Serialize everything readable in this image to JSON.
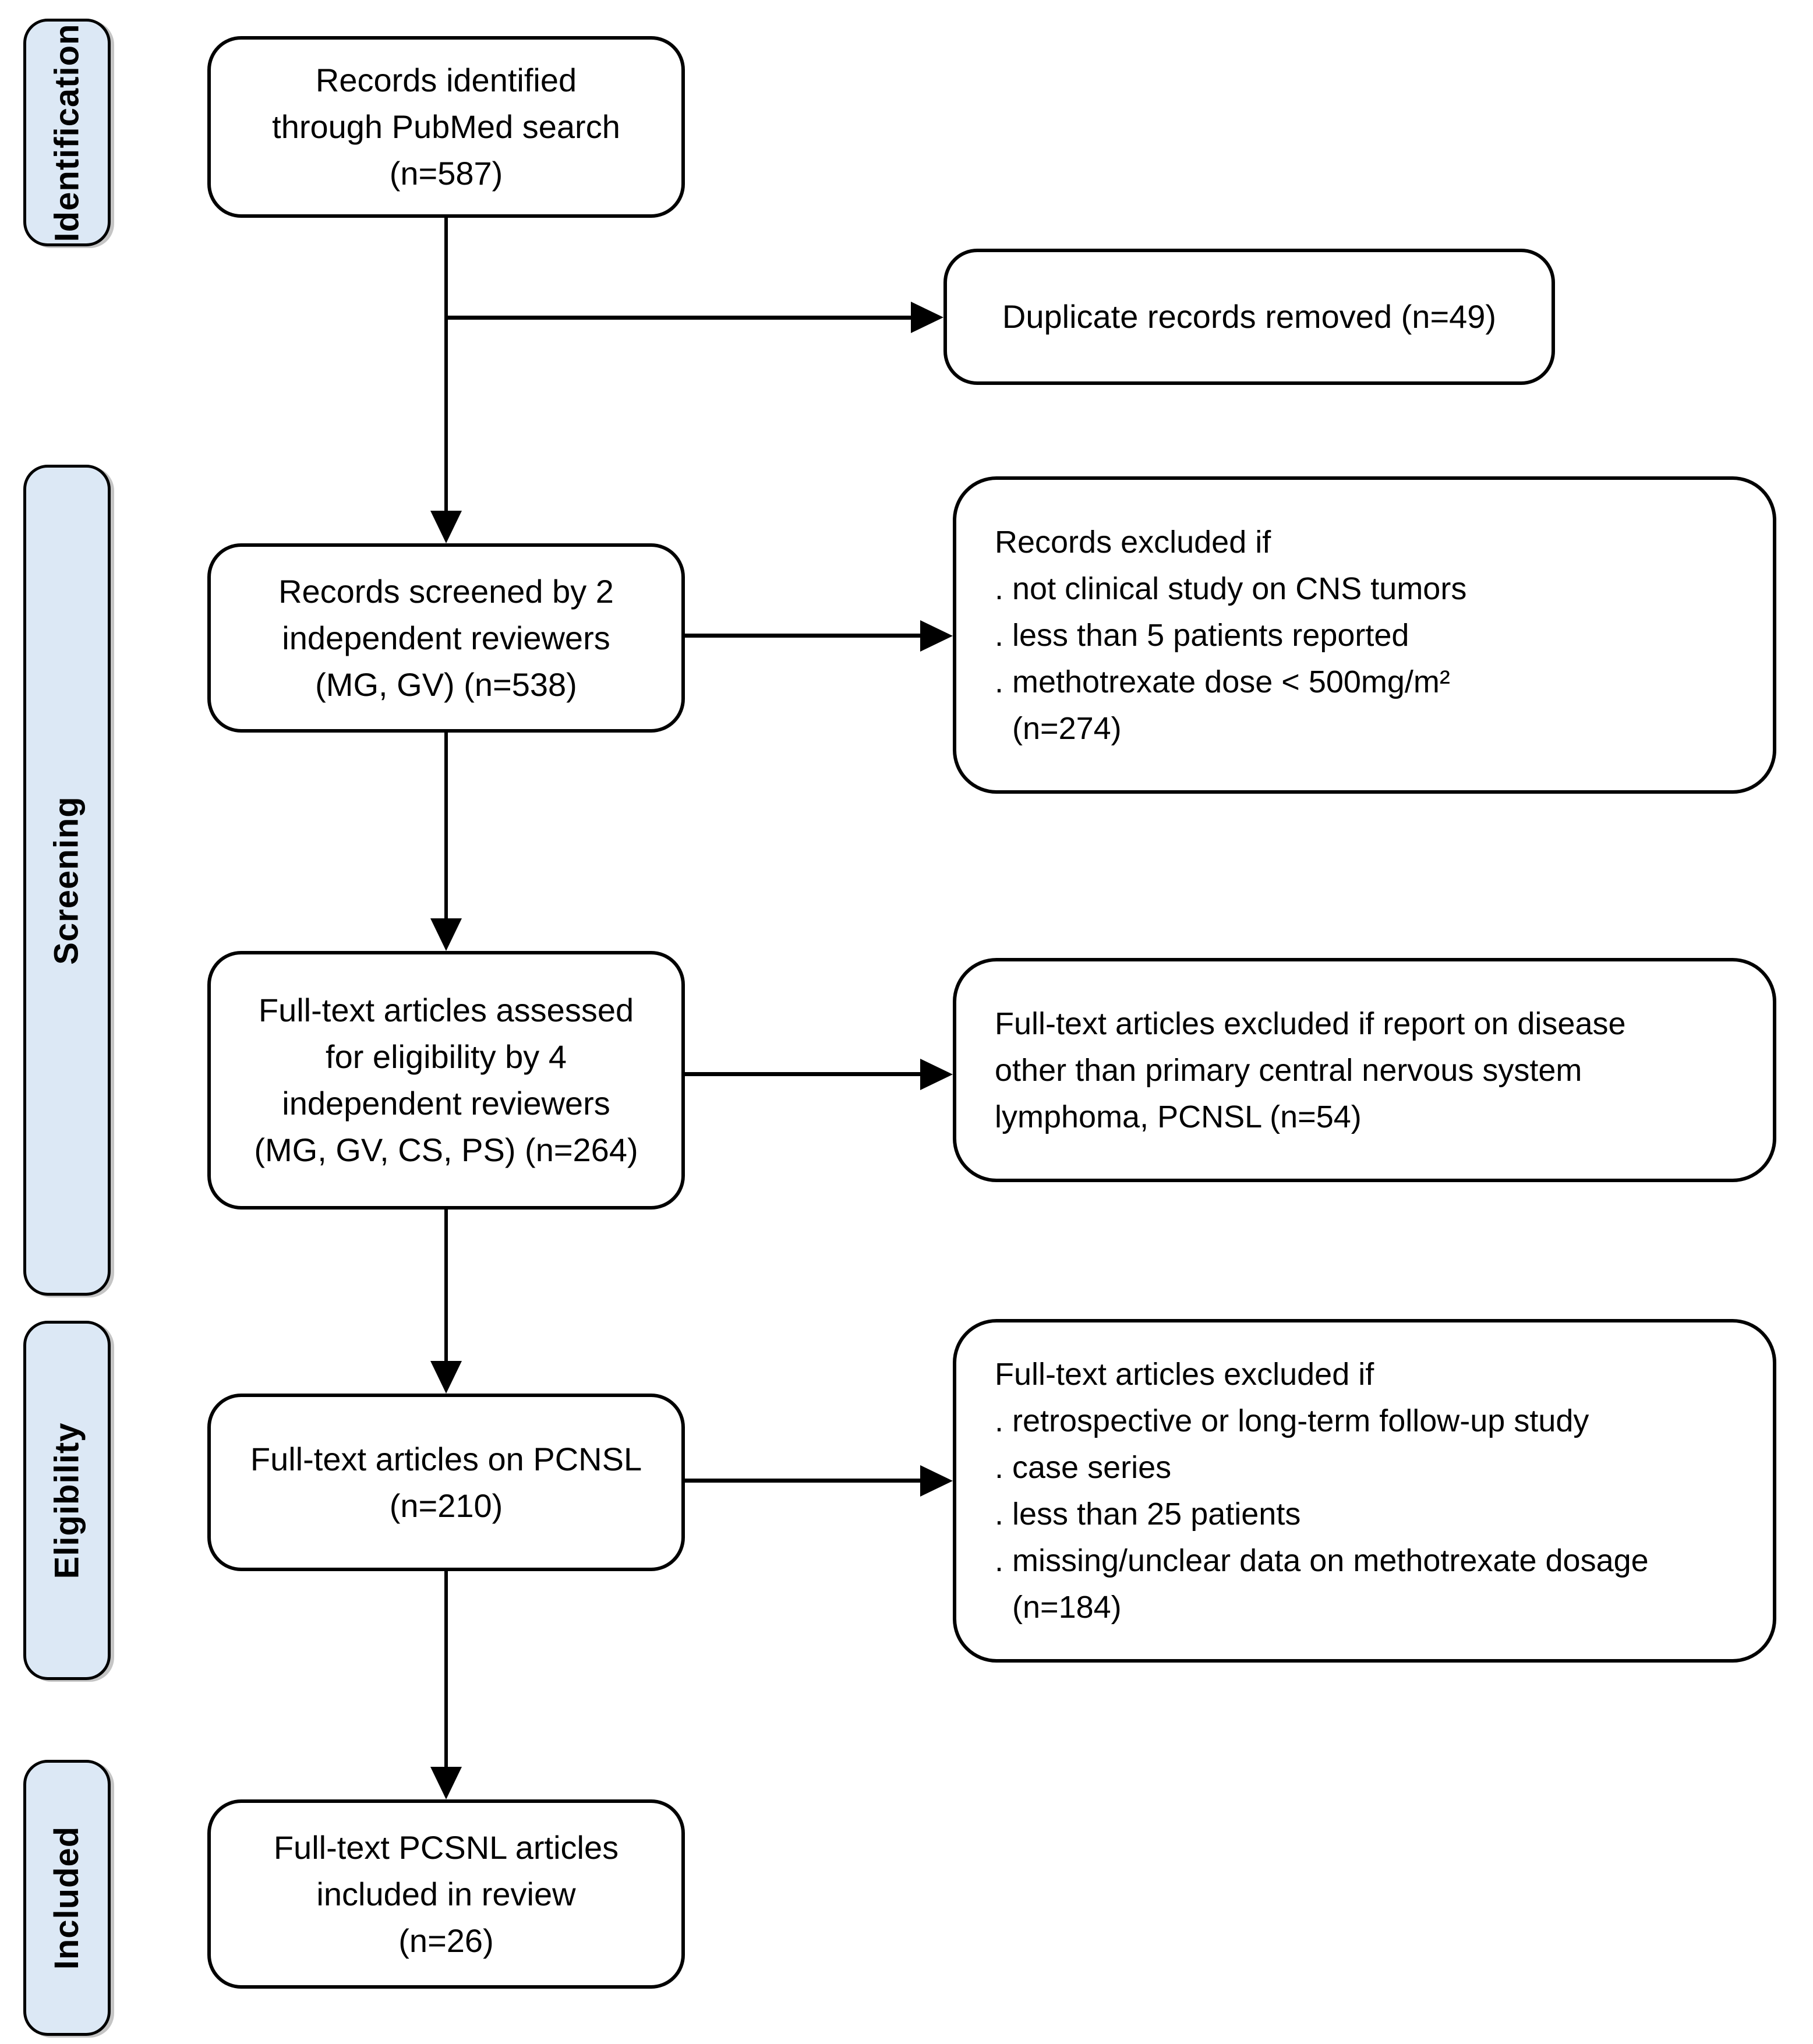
{
  "palette": {
    "stage_fill": "#dce8f5",
    "box_fill": "#ffffff",
    "line_color": "#000000",
    "text_color": "#000000"
  },
  "sidebar": {
    "stages": [
      {
        "label": "Identification"
      },
      {
        "label": "Screening"
      },
      {
        "label": "Eligibility"
      },
      {
        "label": "Included"
      }
    ]
  },
  "flow": {
    "identified": {
      "lines": [
        "Records identified",
        "through PubMed search",
        "(n=587)"
      ]
    },
    "duplicates_removed": {
      "lines": [
        "Duplicate records removed (n=49)"
      ]
    },
    "screened": {
      "lines": [
        "Records screened by 2",
        "independent reviewers",
        "(MG, GV) (n=538)"
      ]
    },
    "records_excluded": {
      "lines": [
        "Records excluded if",
        ". not clinical study on CNS tumors",
        ". less than 5 patients reported",
        ". methotrexate dose < 500mg/m²",
        "  (n=274)"
      ]
    },
    "fulltext_assessed": {
      "lines": [
        "Full-text articles assessed",
        "for eligibility by 4",
        "independent reviewers",
        "(MG, GV, CS, PS) (n=264)"
      ]
    },
    "fulltext_excluded_disease": {
      "lines": [
        "Full-text articles excluded if report on disease",
        "other than primary central nervous system",
        "lymphoma, PCNSL (n=54)"
      ]
    },
    "fulltext_pcnsl": {
      "lines": [
        "Full-text articles on PCNSL",
        "(n=210)"
      ]
    },
    "fulltext_excluded_criteria": {
      "lines": [
        "Full-text articles excluded if",
        ". retrospective or long-term follow-up study",
        ". case series",
        ". less than 25 patients",
        ". missing/unclear data on methotrexate dosage",
        "  (n=184)"
      ]
    },
    "included_in_review": {
      "lines": [
        "Full-text PCSNL articles",
        "included in review",
        "(n=26)"
      ]
    }
  }
}
